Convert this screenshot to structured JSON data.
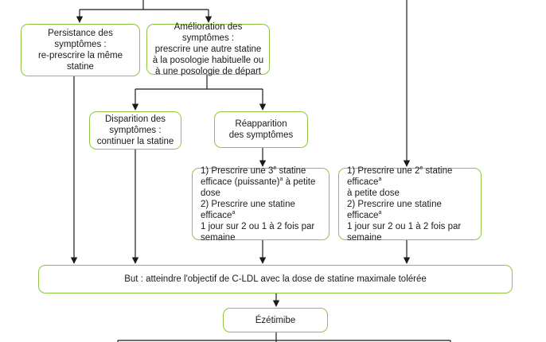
{
  "nodes": {
    "persistance": "Persistance des symptômes :\nre-prescrire la même statine",
    "amelioration": "Amélioration des symptômes :\nprescrire une autre statine\nà la posologie habituelle ou\nà une posologie de départ",
    "disparition": "Disparition des\nsymptômes :\ncontinuer la statine",
    "reapparition": "Réapparition\ndes symptômes",
    "third_statin": {
      "l1_a": "1) Prescrire une 3",
      "l1_sup": "e",
      "l1_b": " statine",
      "l2_a": "efficace (puissante)",
      "l2_sup": "a",
      "l2_b": " à petite dose",
      "l3_a": "2) Prescrire une statine efficace",
      "l3_sup": "a",
      "l4": "1 jour sur 2 ou 1 à 2 fois par\nsemaine"
    },
    "second_statin": {
      "l1_a": "1) Prescrire une 2",
      "l1_sup": "e",
      "l1_b": " statine efficace",
      "l1_sup2": "a",
      "l2": "à petite dose",
      "l3_a": "2) Prescrire une statine efficace",
      "l3_sup": "a",
      "l4": "1 jour sur 2 ou 1 à 2 fois par\nsemaine"
    },
    "goal": "But : atteindre l'objectif de C-LDL avec la dose de statine maximale tolérée",
    "ezetimibe": "Ézétimibe"
  },
  "colors": {
    "box_border": "#8cc63f",
    "line": "#1a1a1a"
  }
}
